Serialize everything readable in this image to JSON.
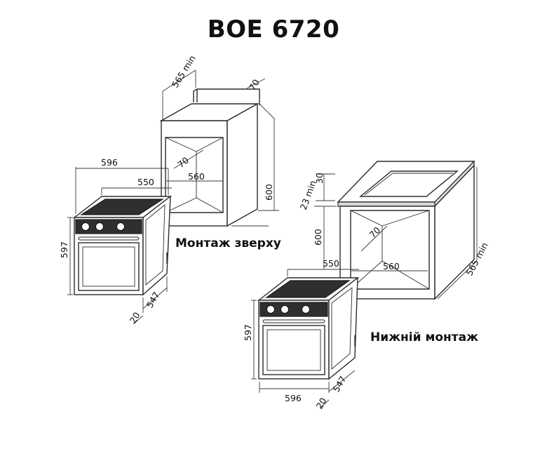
{
  "title": "BOE 6720",
  "captions": {
    "top_mount": "Монтаж зверху",
    "bottom_mount": "Нижній монтаж"
  },
  "dimensions": {
    "cab1_depth": "565 min",
    "cab1_top_gap": "70",
    "cab1_inner_gap": "70",
    "cab1_width": "560",
    "cab1_height": "600",
    "oven1_width": "596",
    "oven1_depth": "550",
    "oven1_height": "597",
    "oven1_body_depth": "547",
    "oven1_front": "20",
    "cab2_top_gap": "30",
    "cab2_worktop": "23 min",
    "cab2_height": "600",
    "cab2_inner_gap": "70",
    "cab2_width": "560",
    "cab2_depth": "565 min",
    "oven2_depth": "550",
    "oven2_height": "597",
    "oven2_width": "596",
    "oven2_body_depth": "547",
    "oven2_front": "20"
  }
}
